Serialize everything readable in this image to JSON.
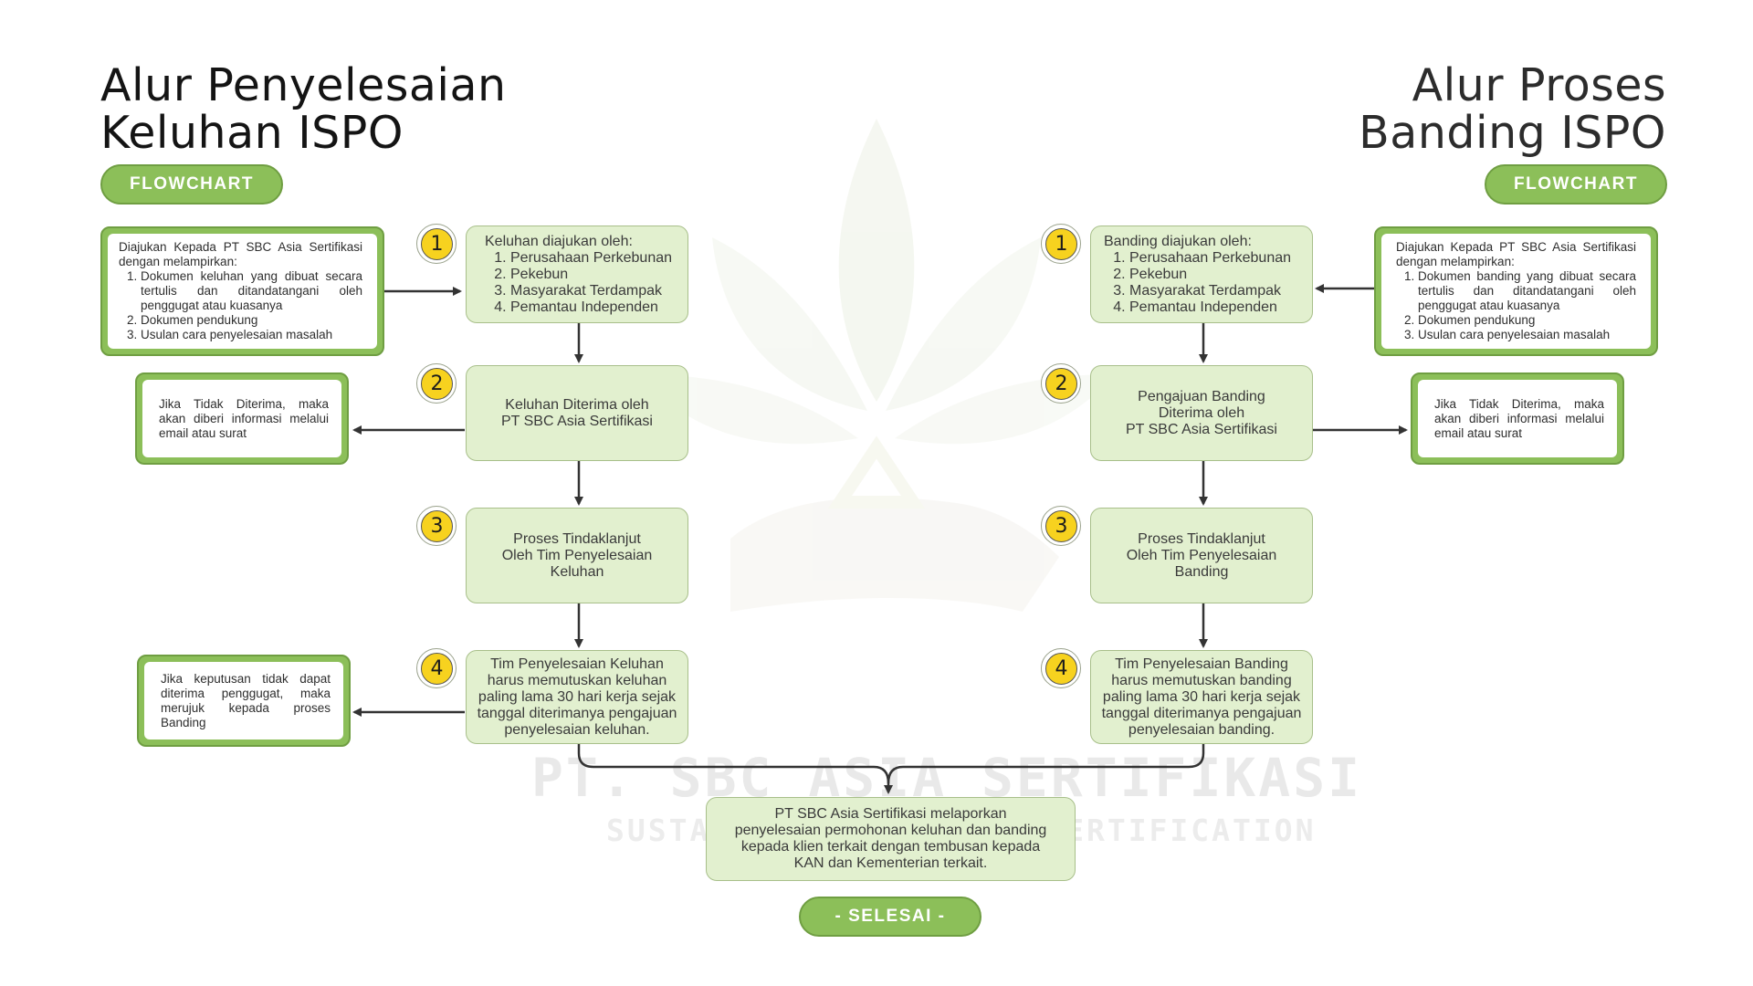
{
  "left": {
    "title_line1": "Alur Penyelesaian",
    "title_line2": "Keluhan ISPO",
    "badge": "FLOWCHART",
    "attachments_note": {
      "intro": "Diajukan Kepada PT SBC Asia Sertifikasi dengan melampirkan:",
      "items": [
        "Dokumen keluhan yang dibuat secara tertulis dan ditandatangani oleh penggugat atau kuasanya",
        "Dokumen pendukung",
        "Usulan cara penyelesaian masalah"
      ]
    },
    "rejected_note": "Jika Tidak Diterima, maka akan diberi informasi melalui email atau surat",
    "appeal_note": "Jika keputusan tidak dapat diterima penggugat, maka merujuk kepada proses Banding",
    "steps": [
      {
        "number": "1",
        "heading": "Keluhan diajukan oleh:",
        "items": [
          "Perusahaan Perkebunan",
          "Pekebun",
          "Masyarakat Terdampak",
          "Pemantau Independen"
        ]
      },
      {
        "number": "2",
        "lines": [
          "Keluhan Diterima oleh",
          "PT SBC Asia Sertifikasi"
        ]
      },
      {
        "number": "3",
        "lines": [
          "Proses Tindaklanjut",
          "Oleh Tim Penyelesaian",
          "Keluhan"
        ]
      },
      {
        "number": "4",
        "lines": [
          "Tim Penyelesaian Keluhan",
          "harus memutuskan keluhan",
          "paling lama 30 hari kerja sejak",
          "tanggal diterimanya pengajuan",
          "penyelesaian keluhan."
        ]
      }
    ]
  },
  "right": {
    "title_line1": "Alur Proses",
    "title_line2": "Banding ISPO",
    "badge": "FLOWCHART",
    "attachments_note": {
      "intro": "Diajukan Kepada PT SBC Asia Sertifikasi dengan melampirkan:",
      "items": [
        "Dokumen banding yang dibuat secara tertulis dan ditandatangani oleh penggugat atau kuasanya",
        "Dokumen pendukung",
        "Usulan cara penyelesaian masalah"
      ]
    },
    "rejected_note": "Jika Tidak Diterima, maka akan diberi informasi melalui email atau surat",
    "steps": [
      {
        "number": "1",
        "heading": "Banding diajukan oleh:",
        "items": [
          "Perusahaan Perkebunan",
          "Pekebun",
          "Masyarakat Terdampak",
          "Pemantau Independen"
        ]
      },
      {
        "number": "2",
        "lines": [
          "Pengajuan Banding",
          "Diterima oleh",
          "PT SBC Asia Sertifikasi"
        ]
      },
      {
        "number": "3",
        "lines": [
          "Proses Tindaklanjut",
          "Oleh Tim Penyelesaian",
          "Banding"
        ]
      },
      {
        "number": "4",
        "lines": [
          "Tim Penyelesaian Banding",
          "harus memutuskan banding",
          "paling lama 30 hari kerja sejak",
          "tanggal diterimanya pengajuan",
          "penyelesaian banding."
        ]
      }
    ]
  },
  "final_step": [
    "PT SBC Asia Sertifikasi melaporkan",
    "penyelesaian permohonan keluhan dan banding",
    "kepada klien terkait dengan tembusan kepada",
    "KAN dan Kementerian terkait."
  ],
  "end_badge": "- SELESAI -",
  "watermark": {
    "line1": "PT. SBC ASIA SERTIFIKASI",
    "line2": "SUSTAINABLE BUSINESS CERTIFICATION"
  },
  "colors": {
    "green": "#8cbf59",
    "green_border": "#6f9e42",
    "box_fill": "#e2f0cf",
    "number_yellow": "#f7d21f",
    "arrow": "#333333"
  }
}
